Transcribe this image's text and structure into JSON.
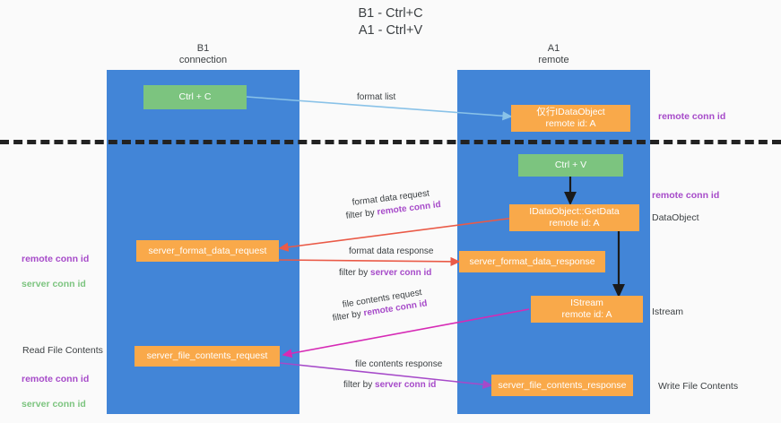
{
  "title": "B1 - Ctrl+C\nA1 - Ctrl+V",
  "lanes": [
    {
      "name": "lane-b1",
      "header": "B1\nconnection"
    },
    {
      "name": "lane-a1",
      "header": "A1\nremote"
    }
  ],
  "nodes": {
    "ctrl_c": "Ctrl + C",
    "ctrl_v": "Ctrl + V",
    "idataobject": "仅行IDataObject\nremote id: A",
    "getdata": "IDataObject::GetData\nremote id: A",
    "server_format_data_request": "server_format_data_request",
    "server_format_data_response": "server_format_data_response",
    "istream": "IStream\nremote id: A",
    "server_file_contents_request": "server_file_contents_request",
    "server_file_contents_response": "server_file_contents_response"
  },
  "side_labels": {
    "right_remote_conn_id_top": "remote conn id",
    "right_remote_conn_id_mid": "remote conn id",
    "right_dataobject": "DataObject",
    "right_istream": "Istream",
    "right_write_file_contents": "Write File Contents",
    "left_read_file_contents": "Read File Contents",
    "left_remote_conn_id": "remote conn id",
    "left_server_conn_id": "server conn id",
    "left_remote_conn_id_2": "remote conn id",
    "left_server_conn_id_2": "server conn id"
  },
  "edges": {
    "format_list": "format list",
    "format_data_request": "format data request",
    "format_data_request_filter_prefix": "filter by ",
    "format_data_request_filter_value": "remote conn id",
    "format_data_response": "format data response",
    "format_data_response_filter_prefix": "filter by ",
    "format_data_response_filter_value": "server conn id",
    "file_contents_request": "file contents request",
    "file_contents_request_filter_prefix": "filter by ",
    "file_contents_request_filter_value": "remote conn id",
    "file_contents_response": "file contents response",
    "file_contents_response_filter_prefix": "filter by ",
    "file_contents_response_filter_value": "server conn id"
  },
  "colors": {
    "lane": "#4285d7",
    "green_node": "#7cc47f",
    "orange_node": "#f9a94a",
    "purple_text": "#a64ac9",
    "green_text": "#7cc47f",
    "arrow_blue": "#89c2e8",
    "arrow_red": "#ea5a47",
    "arrow_black": "#1a1a1a",
    "arrow_magenta": "#d62ab5",
    "arrow_purple": "#a64ac9",
    "background": "#fafafa",
    "divider": "#222222"
  }
}
